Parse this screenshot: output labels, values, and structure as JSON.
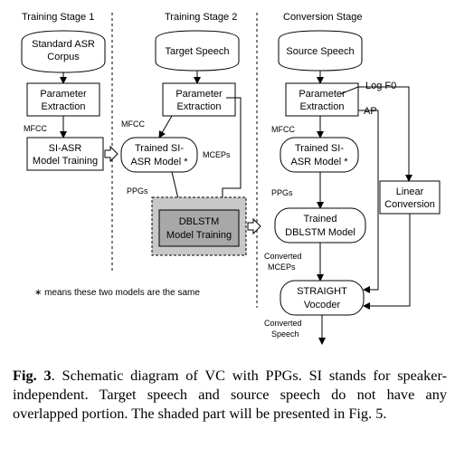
{
  "stages": {
    "stage1": "Training Stage 1",
    "stage2": "Training Stage 2",
    "stage3": "Conversion Stage"
  },
  "nodes": {
    "standard_asr_corpus": [
      "Standard ASR",
      "Corpus"
    ],
    "param_extraction_1": [
      "Parameter",
      "Extraction"
    ],
    "si_asr_training": [
      "SI-ASR",
      "Model Training"
    ],
    "target_speech": "Target Speech",
    "param_extraction_2": [
      "Parameter",
      "Extraction"
    ],
    "trained_si_asr_2": [
      "Trained SI-",
      "ASR Model *"
    ],
    "dblstm_training": [
      "DBLSTM",
      "Model Training"
    ],
    "source_speech": "Source Speech",
    "param_extraction_3": [
      "Parameter",
      "Extraction"
    ],
    "trained_si_asr_3": [
      "Trained SI-",
      "ASR Model *"
    ],
    "trained_dblstm": [
      "Trained",
      "DBLSTM Model"
    ],
    "straight_vocoder": [
      "STRAIGHT",
      "Vocoder"
    ],
    "linear_conversion": [
      "Linear",
      "Conversion"
    ]
  },
  "edge_labels": {
    "mfcc_1": "MFCC",
    "mfcc_2": "MFCC",
    "mceps_2": "MCEPs",
    "ppgs_2": "PPGs",
    "mfcc_3": "MFCC",
    "ppgs_3": "PPGs",
    "log_f0": "Log F0",
    "ap": "AP",
    "converted_mceps": [
      "Converted",
      "MCEPs"
    ],
    "converted_speech": [
      "Converted",
      "Speech"
    ]
  },
  "note": "∗ means these two models are the same",
  "caption": {
    "label": "Fig. 3",
    "text": ". Schematic diagram of VC with PPGs. SI stands for speaker-independent. Target speech and source speech do not have any overlapped portion. The shaded part will be presented in Fig. 5."
  }
}
